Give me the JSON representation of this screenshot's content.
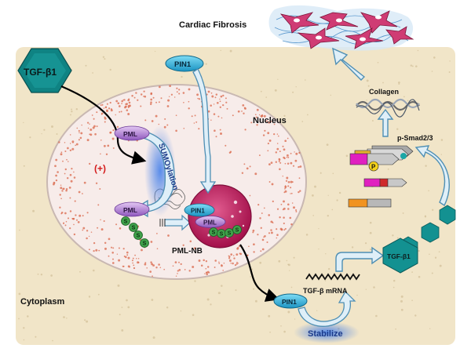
{
  "labels": {
    "cardiac_fibrosis": "Cardiac Fibrosis",
    "tgf_b1_outer": "TGF-β1",
    "pin1_top": "PIN1",
    "nucleus": "Nucleus",
    "collagen": "Collagen",
    "psmad": "p-Smad2/3",
    "plus": "(+)",
    "pml_top": "PML",
    "pml_bottom": "PML",
    "sumoylation": "SUMOylation",
    "pin1_nb": "PIN1",
    "pml_nb": "PML",
    "pml_nb_label": "PML-NB",
    "tgf_b1_right": "TGF-β1",
    "cytoplasm": "Cytoplasm",
    "pin1_bottom": "PIN1",
    "mrna": "TGF-β mRNA",
    "stabilize": "Stabilize",
    "s": "S",
    "p": "P"
  },
  "colors": {
    "cytoplasm": "#f1e5c8",
    "nucleus": "#f7ecea",
    "dots": "#d9674a",
    "pml_body": "#c2185b",
    "tgf": "#139191",
    "pin1": "#26b0d8",
    "pml": "#b788d8",
    "sumo": "#3fa14a",
    "arrow_fill": "#dfeff8",
    "arrow_stroke": "#4f8fb4"
  }
}
